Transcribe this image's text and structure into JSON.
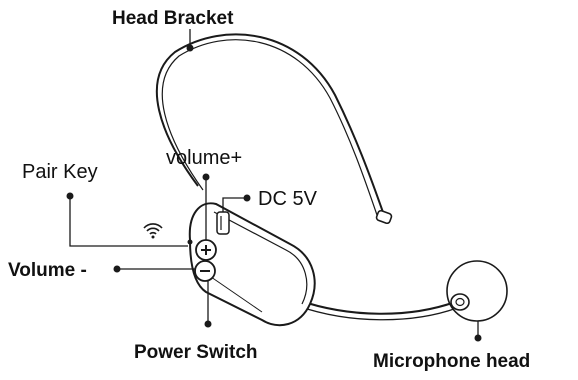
{
  "labels": {
    "head_bracket": "Head Bracket",
    "volume_plus": "volume+",
    "pair_key": "Pair Key",
    "dc_5v": "DC 5V",
    "volume_minus": "Volume -",
    "power_switch": "Power Switch",
    "microphone_head": "Microphone head"
  },
  "icons": {
    "wireless": "wireless-signal-icon",
    "plus": "plus-icon",
    "minus": "minus-icon"
  },
  "colors": {
    "line": "#1a1a1a",
    "background": "#ffffff"
  }
}
